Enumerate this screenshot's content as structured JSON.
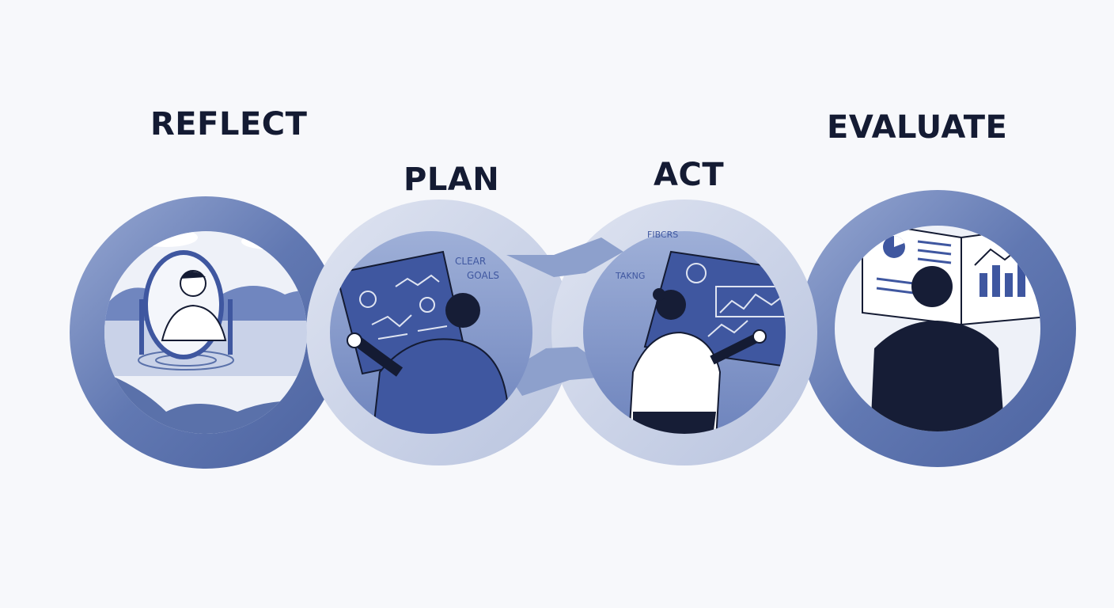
{
  "diagram": {
    "stages": [
      {
        "id": "reflect",
        "title": "REFLECT"
      },
      {
        "id": "plan",
        "title": "PLAN",
        "note": [
          "CLEAR",
          "GOALS"
        ]
      },
      {
        "id": "act",
        "title": "ACT",
        "note": [
          "FIBCRS",
          "TAKNG"
        ]
      },
      {
        "id": "evaluate",
        "title": "EVALUATE"
      }
    ]
  },
  "colors": {
    "background": "#f7f8fb",
    "ring_dark": "#5a71aa",
    "ring_light": "#cdd5e8",
    "ring_mid": "#8da0cc",
    "ink": "#141b33",
    "figure_blue": "#3f57a0",
    "figure_dark": "#161d36",
    "skin_white": "#ffffff"
  }
}
